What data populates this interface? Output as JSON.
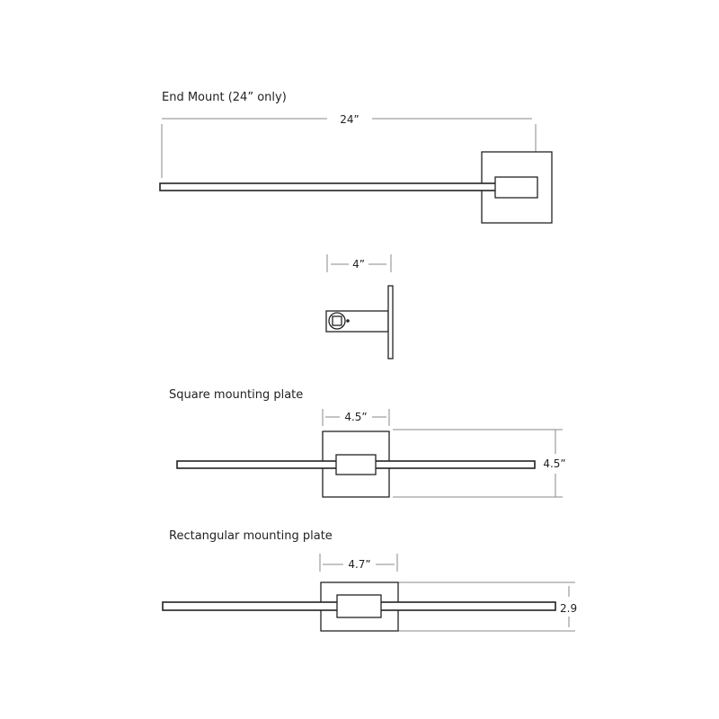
{
  "sections": {
    "end_mount": {
      "title": "End Mount (24” only)",
      "width_label": "24”"
    },
    "side_view": {
      "depth_label": "4”"
    },
    "square_plate": {
      "title": "Square mounting plate",
      "width_label": "4.5”",
      "height_label": "4.5”"
    },
    "rect_plate": {
      "title": "Rectangular mounting plate",
      "width_label": "4.7”",
      "height_label": "2.9"
    }
  },
  "colors": {
    "line": "#222222",
    "dimension": "#888888",
    "background": "#ffffff"
  }
}
